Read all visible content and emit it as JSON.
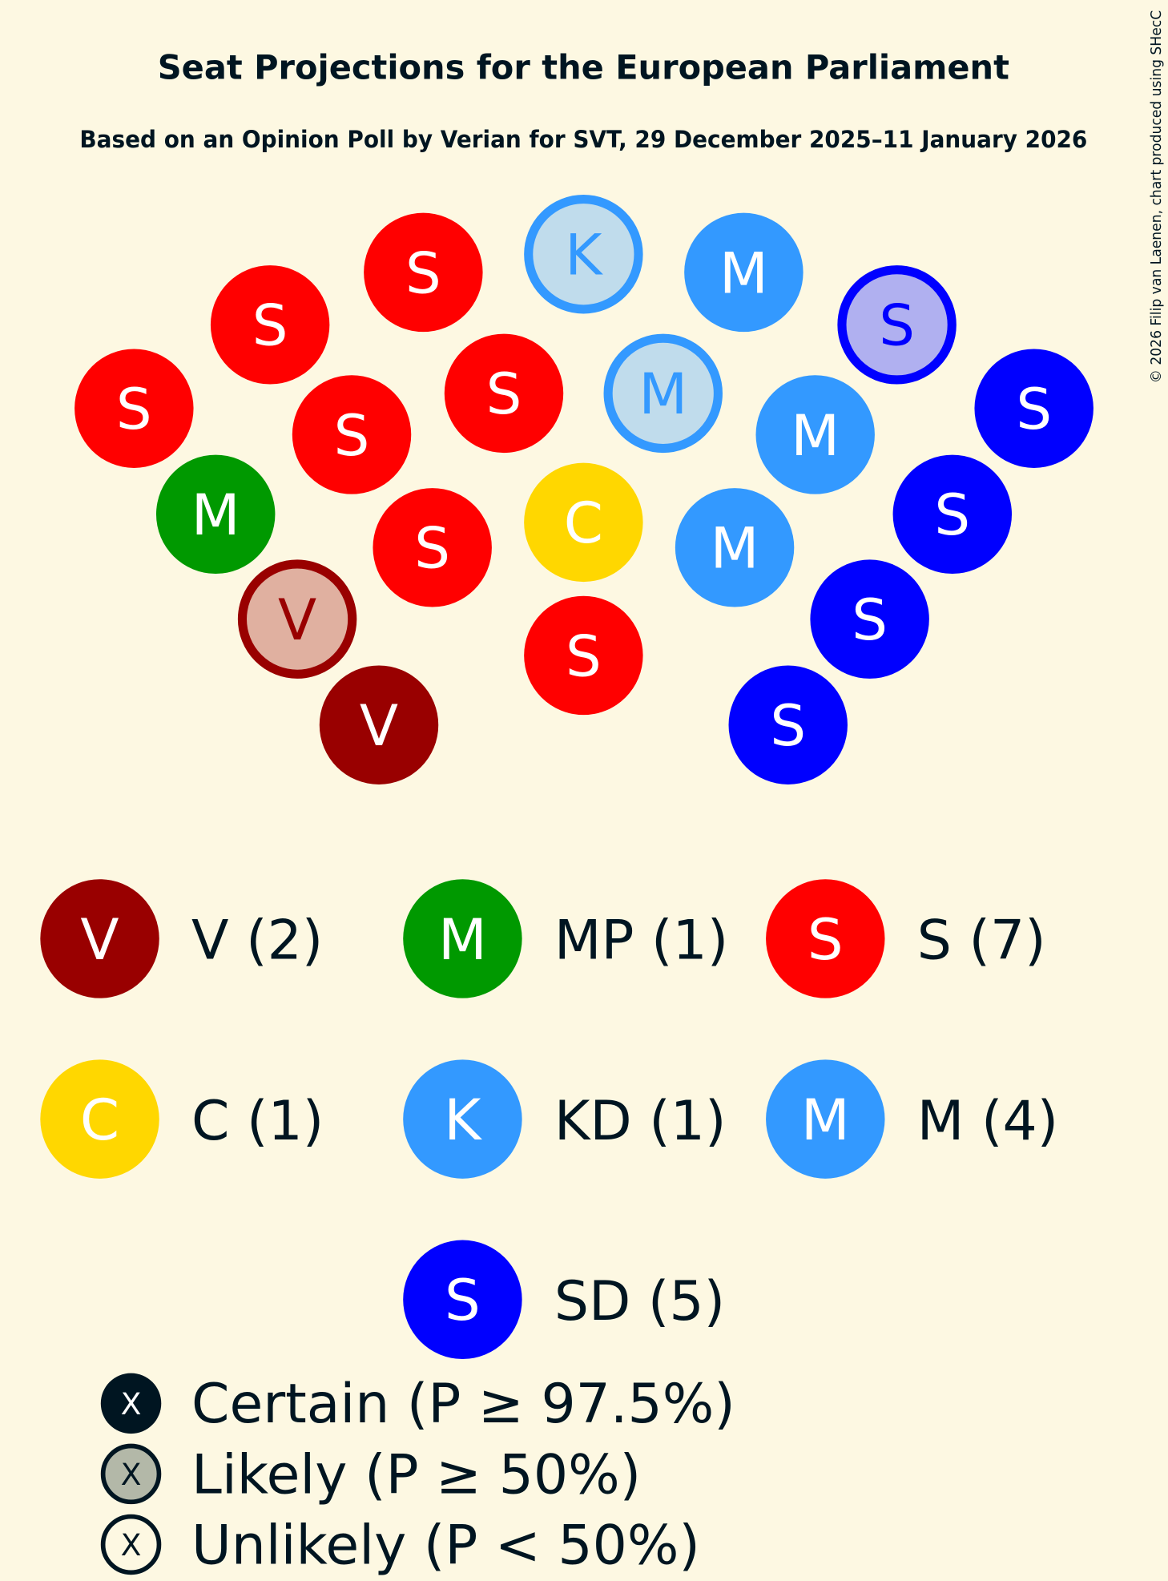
{
  "chart_data": {
    "type": "parliament-seats",
    "title": "Seat Projections for the European Parliament",
    "subtitle": "Based on an Opinion Poll by Verian for SVT, 29 December 2025–11 January 2026",
    "copyright": "© 2026 Filip van Laenen, chart produced using SHecC",
    "colors": {
      "V": "#990000",
      "MP": "#009900",
      "S": "#ff0000",
      "C": "#ffd700",
      "KD": "#3399ff",
      "M": "#3399ff",
      "SD": "#0000ff",
      "V_light": "#e0b0a0",
      "KD_light": "#c0dcec",
      "M_light": "#c0dcec",
      "SD_light": "#b0b0f0",
      "background": "#fdf8e2",
      "text": "#001521",
      "likely_fill": "#b3b8a8"
    },
    "parties": [
      {
        "abbr": "V",
        "letter": "V",
        "seats": 2,
        "label": "V (2)"
      },
      {
        "abbr": "MP",
        "letter": "M",
        "seats": 1,
        "label": "MP (1)"
      },
      {
        "abbr": "S",
        "letter": "S",
        "seats": 7,
        "label": "S (7)"
      },
      {
        "abbr": "C",
        "letter": "C",
        "seats": 1,
        "label": "C (1)"
      },
      {
        "abbr": "KD",
        "letter": "K",
        "seats": 1,
        "label": "KD (1)"
      },
      {
        "abbr": "M",
        "letter": "M",
        "seats": 4,
        "label": "M (4)"
      },
      {
        "abbr": "SD",
        "letter": "S",
        "seats": 5,
        "label": "SD (5)"
      }
    ],
    "seats": [
      {
        "party": "S",
        "status": "certain"
      },
      {
        "party": "KD",
        "status": "likely"
      },
      {
        "party": "M",
        "status": "certain"
      },
      {
        "party": "SD",
        "status": "likely"
      },
      {
        "party": "S",
        "status": "certain"
      },
      {
        "party": "S",
        "status": "certain"
      },
      {
        "party": "S",
        "status": "certain"
      },
      {
        "party": "S",
        "status": "certain"
      },
      {
        "party": "M",
        "status": "likely"
      },
      {
        "party": "M",
        "status": "certain"
      },
      {
        "party": "SD",
        "status": "certain"
      },
      {
        "party": "MP",
        "status": "certain"
      },
      {
        "party": "S",
        "status": "certain"
      },
      {
        "party": "C",
        "status": "certain"
      },
      {
        "party": "M",
        "status": "certain"
      },
      {
        "party": "SD",
        "status": "certain"
      },
      {
        "party": "V",
        "status": "likely"
      },
      {
        "party": "S",
        "status": "certain"
      },
      {
        "party": "SD",
        "status": "certain"
      },
      {
        "party": "V",
        "status": "certain"
      },
      {
        "party": "SD",
        "status": "certain"
      }
    ],
    "status_legend": [
      {
        "status": "certain",
        "symbol": "X",
        "label": "Certain (P ≥ 97.5%)"
      },
      {
        "status": "likely",
        "symbol": "X",
        "label": "Likely (P ≥ 50%)"
      },
      {
        "status": "unlikely",
        "symbol": "X",
        "label": "Unlikely (P < 50%)"
      }
    ]
  }
}
